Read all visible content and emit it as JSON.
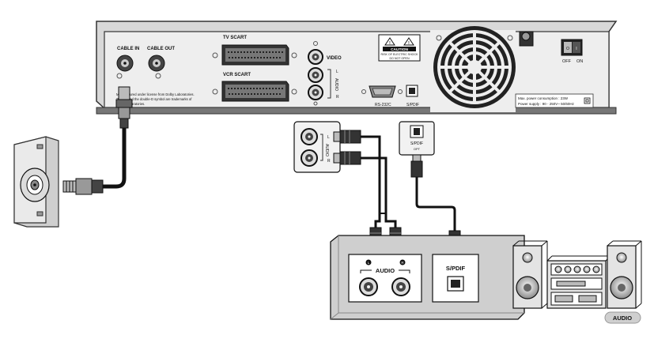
{
  "labels": {
    "cable_in": "CABLE IN",
    "cable_out": "CABLE OUT",
    "tv_scart": "TV SCART",
    "vcr_scart": "VCR SCART",
    "video": "VIDEO",
    "audio_vertical": "AUDIO",
    "left": "L",
    "right": "R",
    "caution": "CAUTION",
    "caution_sub1": "RISK OF ELECTRIC SHOCK",
    "caution_sub2": "DO NOT OPEN",
    "rs232c": "RS-232C",
    "spdif_panel": "S/PDIF",
    "off": "OFF",
    "on": "ON",
    "dolby_line1": "Manufactured under license from Dolby Laboratories.",
    "dolby_line2": "\"Dolby\" and the double-D symbol are trademarks of",
    "dolby_line3": "Dolby Laboratories.",
    "power_consumption": "Max. power consumption : 23W",
    "power_supply": "Power supply : 90 - 250V~ 50/60Hz",
    "inset_audio": "AUDIO",
    "inset_l": "L",
    "inset_r": "R",
    "inset_spdif": "S/PDIF",
    "inset_spdif_sub": "OPT",
    "amp_audio": "AUDIO",
    "amp_l": "L",
    "amp_r": "R",
    "amp_spdif": "S/PDIF",
    "stereo_badge": "AUDIO"
  },
  "colors": {
    "device_fill": "#e6e6e6",
    "device_stroke": "#333333",
    "cable": "#111111",
    "amp_fill": "#cfcfcf",
    "badge_fill": "#cfcfcf"
  },
  "icons": [
    "coax-connector-icon",
    "scart-connector-icon",
    "rca-jack-icon",
    "warning-triangle-icon",
    "db9-connector-icon",
    "optical-port-icon",
    "fan-grille-icon",
    "power-switch-icon",
    "wall-antenna-socket-icon",
    "stereo-speaker-icon"
  ]
}
